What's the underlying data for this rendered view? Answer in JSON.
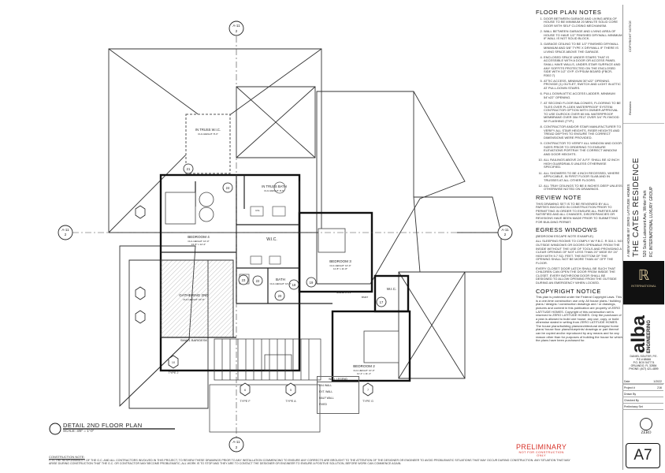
{
  "notes": {
    "floor_heading": "FLOOR PLAN NOTES",
    "floor_items": [
      "DOOR BETWEEN GARAGE AND LIVING AREA OF HOUSE TO BE MINIMUM 20 MINUTE SOLID CORE DOOR WITH SELF CLOSING MECHANISM.",
      "WALL BETWEEN GARAGE AND LIVING AREA OF HOUSE TO HAVE 1/2\" FINISHED DRYWALL MINIMUM IF WALL IS NOT SOLID BLOCK.",
      "GARAGE CEILING TO BE 1/2\" FINISHED DRYWALL MINIMUM AND 5/8\" TYPE X DRYWALL IF THERE IS LIVING SPACE ABOVE THE GARAGE.",
      "ENCLOSED SPACE UNDER STAIRS THAT IS ACCESSIBLE WITH A DOOR OR ACCESS PANEL SHALL HAVE WALLS, UNDER-STAIR SURFACE AND ANY SOFFITS PROTECTED ON THE ENCLOSED SIDE WITH 1/2\" GYP. GYPSUM BOARD (FBCR-R302.7)",
      "ATTIC ACCESS, MINIMUM 30\"x22\" OPENING. PROVIDE (1) OUTLET, SWITCH AND LIGHT IN ATTIC AT PULL-DOWN STAIRS.",
      "PULL DOWN ATTIC ACCESS LADDER, MINIMUM 54\"x22\" OPENING.",
      "AT SECOND FLOOR BALCONIES, FLOORING TO BE TILES OVER PLI-DEK WATERPROOF SYSTEM. CONTRACTOR OPTION WITH OWNER APPROVAL TO USE DUROCK OVER 60 MIL WATERPROOF MEMBRANE OVER 30# FELT OVER 3/4\" PLYWOOD W/ FLASHING (TYP.)",
      "CONTRACTOR AND/OR STAIR MANUFACTURER TO VERIFY ALL STAIR HEIGHTS, RISER HEIGHTS AND TREAD DEPTHS TO ENSURE THE CORRECT DIMENSIONS WERE PROVIDED.",
      "CONTRACTOR TO VERIFY ALL WINDOW AND DOOR SIZES PRIOR TO ORDERING TO ENSURE ELEVATIONS PORTRAY THE CORRECT WINDOW AND DOOR HEIGHTS.",
      "ALL RAILINGS ABOVE 24\" A.F.F. SHALL BE 42 INCH HIGH GUARDRAILS UNLESS OTHERWISE SPECIFIED.",
      "ALL SHOWERS TO BE 4 INCH RECESSED, WHERE APPLICABLE, IN FIRST FLOOR SLAB AND IN TRUSSES AT ALL OTHER FLOORS.",
      "ALL TRAY CEILINGS TO BE 8 INCHES DEEP UNLESS OTHERWISE NOTED ON DRAWINGS."
    ],
    "review_heading": "REVIEW NOTE",
    "review_text": "THIS DRAWING SET IS TO BE REVIEWED BY ALL PARTIES INVOLVED IN CONSTRUCTION PRIOR TO PERMITTING IN ORDER TO ENSURE ALL PARTIES ARE SATISFIED AND ALL CHANGES, DISCREPANCIES OR REVISIONS HAVE BEEN MADE PRIOR TO SUBMITTING FOR BUILDING PERMIT.",
    "egress_heading": "EGRESS WINDOWS",
    "egress_sub": "(BEDROOM ESCAPE NOTE EXAMPLE)",
    "egress_text": "ALL SLEEPING ROOMS TO COMPLY W/ F.B.C. R 310.1. NO OUTSIDE WINDOWS OR DOORS OPENABLE FROM THE INSIDE WITHOUT THE USE OF TOOLS AND PROVIDING A CLEAR OPENING OF NOT LESS THAN 20\" WIDE BY 24\" HIGH WITH 5.7 SQ. FEET. THE BOTTOM OF THE OPENING SHALL NOT BE MORE THAN 44\" OFF THE FLOOR.",
    "egress_text2": "EVERY CLOSET DOOR LATCH SHALL BE SUCH THAT CHILDREN CAN OPEN THE DOOR FROM INSIDE THE CLOSET. EVERY BATHROOM DOOR SHALL BE DESIGNED TO ALLOW OPENING FROM THE OUTSIDE DURING AN EMERGENCY WHEN LOCKED.",
    "copyright_heading": "COPYRIGHT NOTICE",
    "copyright_text": "This plan is protected under the Federal Copyright Laws. This is a one-time construction use only. All house plans / building plans / designs / construction drawings and / or drawings, pictures and content in this publication are property of ZERO LATITUDE HOMES. Copyright of this construction set is reserved to ZERO LATITUDE HOMES. Only the purchaser of a plan is allowed to build one house, any use, copy, or build otherwise stated in writing from ZERO LATITUDE HOMES. The house plans/building plans/architectural designs/ home plans/ house floor plans/blueprints/ drawings or part thereof can be copied and/or reproduced by any means and for any reason other than for purposes of building the house for which the plans have been purchased for."
  },
  "title_block": {
    "project_name": "THE CATES RESIDENCE",
    "project_line1": "A NEW HOME BY ZERO LATITUDE HOMES",
    "address": "520 South Lakemont Ave, Winter Park",
    "group": "RC INTERNATIONAL LUXURY GROUP",
    "copyright_label": "COPYRIGHT NOTICE",
    "revisions": "Revisions",
    "logo_text": "INTERNATIONAL",
    "eng_brand": "alba",
    "eng_brand2": "ENGINEERING",
    "engineer": "DANIEL SOUTER, P.E.",
    "engineer_lines": [
      "P.E.# 68666",
      "P.O. BOX 547774",
      "ORLANDO, FL 32854",
      "PHONE: (407) 421-4899"
    ],
    "info_rows": [
      {
        "label": "Date",
        "value": "1/2022"
      },
      {
        "label": "Project #",
        "value": "216"
      },
      {
        "label": "Drawn By",
        "value": ""
      },
      {
        "label": "Checked By",
        "value": ""
      },
      {
        "label": "Preliminary Set",
        "value": ""
      }
    ],
    "zero_mark": "ZERO",
    "sheet_number": "A7"
  },
  "drawing": {
    "title": "DETAIL 2ND FLOOR PLAN",
    "scale": "SCALE: 3/8\" = 1'-0\"",
    "prelim": "PRELIMINARY",
    "prelim_sub": "NOT FOR CONSTRUCTION",
    "prelim_sub2": "ONLY",
    "construction_notes_label": "CONSTRUCTION NOTE:",
    "construction_note": "IT IS THE RESPONSIBILITY OF THE G.C. AND ALL CONTRACTORS INVOLVED IN THIS PROJECT, TO REVIEW THESE DRAWINGS PRIOR TO ANY INSTALLATION COMMENCING TO ENSURE ANY CORRECTS ARE BROUGHT TO THE ATTENTION OF THE DESIGNER OR ENGINEER TO AVOID PROBLEMATIC SITUATIONS THAT MAY OCCUR DURING CONSTRUCTION. ANY SITUATION THAT MAY ARISE DURING CONSTRUCTION THAT THE G.C. OR CONTRACTOR MAY BECOME PROBLEMATIC, ALL WORK IS TO STOP AND THEY ARE TO CONTACT THE DESIGNER OR ENGINEER TO ENSURE A POSITIVE SOLUTION, BEFORE WORK CAN COMMENCE AGAIN.",
    "rooms": {
      "truss_wic": "IN TRUSS W.I.C.",
      "truss_wic_h": "CLG HEIGHT: 8'-0\"",
      "truss_bath": "IN TRUSS BATH",
      "truss_bath_h": "CLG HEIGHT: 8'-6\"",
      "bedroom4": "BEDROOM 4",
      "bedroom4_h": "CLG HEIGHT: 10'-0\"",
      "bedroom4_d": "13'-8\" x 12'-2\"",
      "wic": "W.I.C.",
      "bedroom3": "BEDROOM 3",
      "bedroom3_h": "CLG HEIGHT: 10'-0\"",
      "bedroom3_d": "11'-8\" x 11'-8\"",
      "gathering": "GATHERING 2ND",
      "gathering_h": "CLG HEIGHT: 10'-0\"",
      "bath": "BATH",
      "bath_h": "CLG HEIGHT: 10'-0\"",
      "mechan": "MECHAN",
      "wic2": "W.I.C.",
      "small_bar": "SMALL BAR/DESK",
      "bedroom2": "BEDROOM 2",
      "bedroom2_h": "CLG HEIGHT: 10'-0\"",
      "bedroom2_d": "11'-4\" x 11'-4\"",
      "uvl": "UVL",
      "bsmt": "BSMT"
    },
    "tags": [
      "24",
      "21",
      "22",
      "23",
      "19",
      "18",
      "17",
      "20"
    ],
    "markers": {
      "top": "A-11",
      "bottom": "A-11",
      "left": "A-11",
      "right": "A-11",
      "axis2": "2"
    },
    "type_labels": [
      "TYPE J",
      "TYPE F",
      "TYPE A",
      "TYPE G"
    ],
    "type_nums": [
      "10",
      "6",
      "5",
      "7"
    ],
    "legend_title": "WALL LEGEND",
    "legend_items": [
      "2X4 WALL",
      "EXT. WALL",
      "HALF WALL",
      "FIXED"
    ]
  }
}
